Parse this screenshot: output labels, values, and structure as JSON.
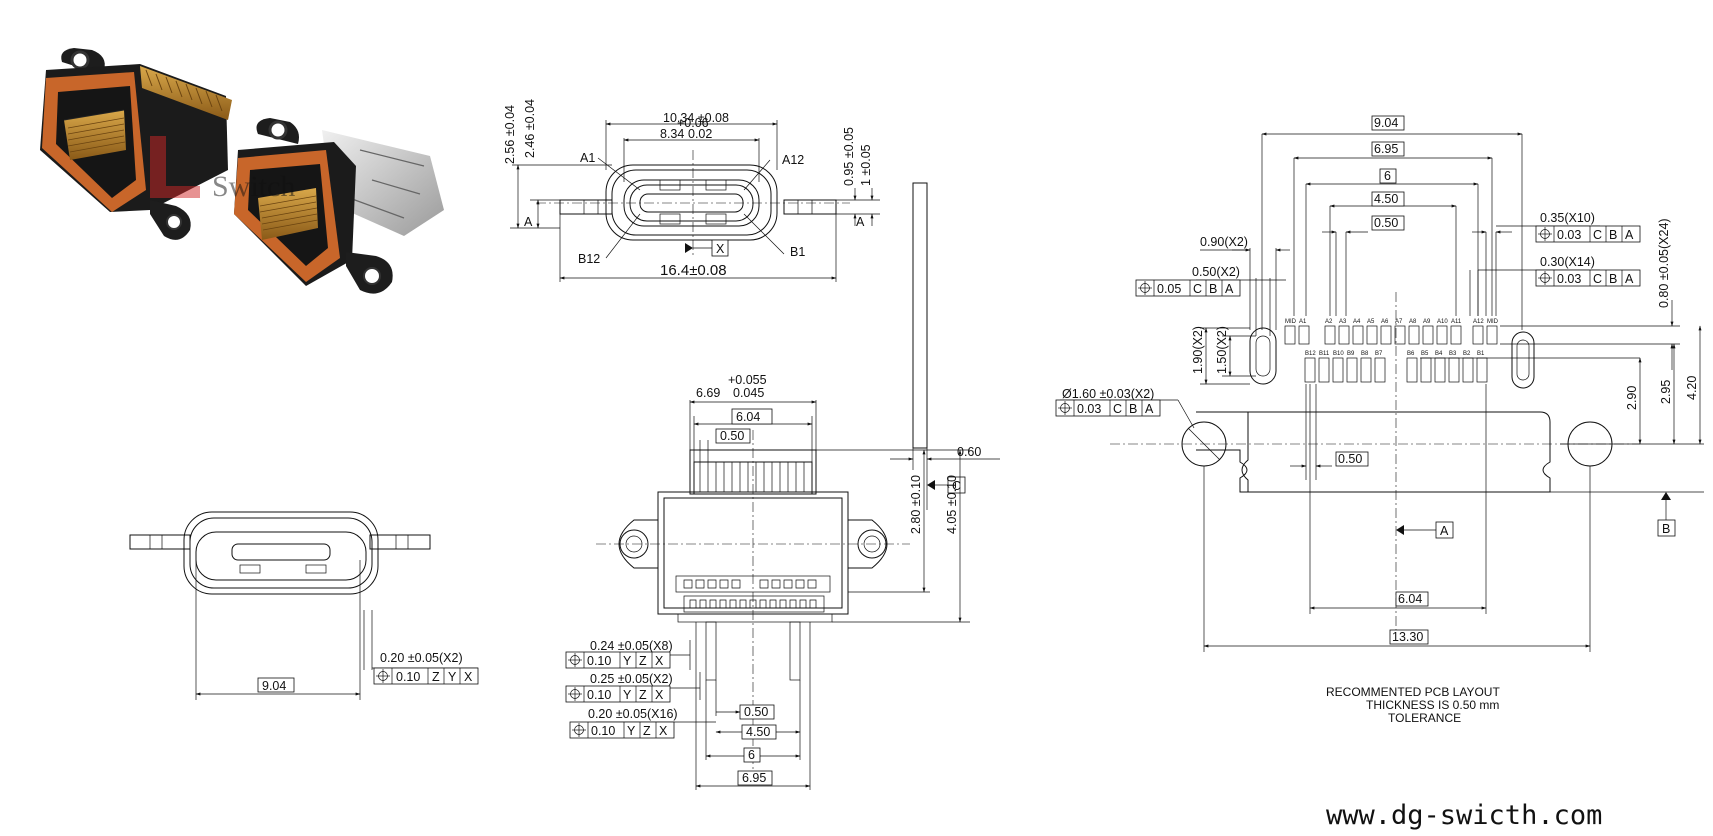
{
  "watermark": "Switch",
  "website": "www.dg-swicth.com",
  "note": {
    "line1": "RECOMMENTED PCB LAYOUT",
    "line2": "THICKNESS IS 0.50 mm",
    "line3": "TOLERANCE"
  },
  "datums": [
    "A",
    "B",
    "C",
    "X",
    "Y",
    "Z"
  ],
  "front_view": {
    "dims": {
      "width_top": "10.34 ±0.08",
      "tol_plus": "+0.06",
      "inner": "8.34",
      "tol_minus": "0.02",
      "overall": "16.4±0.08",
      "h1": "2.56 ±0.04",
      "h2": "2.46 ±0.04",
      "r1": "0.95 ±0.05",
      "r2": "1 ±0.05"
    },
    "labels": {
      "a1": "A1",
      "a12": "A12",
      "b12": "B12",
      "b1": "B1",
      "datum_x": "X",
      "datum_a": "A"
    }
  },
  "side_view": {
    "thickness": "0.60",
    "datum_c": "C"
  },
  "top_view": {
    "dims": {
      "tol_plus": "+0.055",
      "width": "6.69",
      "tol_minus": "0.045",
      "w604": "6.04",
      "w050": "0.50",
      "h280": "2.80 ±0.10",
      "h405": "4.05 ±0.10",
      "b050": "0.50",
      "b450": "4.50",
      "b6": "6",
      "b695": "6.95"
    },
    "callouts": [
      {
        "label": "0.24 ±0.05(X8)",
        "tol": "0.10",
        "refs": [
          "Y",
          "Z",
          "X"
        ]
      },
      {
        "label": "0.25 ±0.05(X2)",
        "tol": "0.10",
        "refs": [
          "Y",
          "Z",
          "X"
        ]
      },
      {
        "label": "0.20 ±0.05(X16)",
        "tol": "0.10",
        "refs": [
          "Y",
          "Z",
          "X"
        ]
      }
    ]
  },
  "small_view": {
    "width": "9.04",
    "callout": {
      "label": "0.20 ±0.05(X2)",
      "tol": "0.10",
      "refs": [
        "Z",
        "Y",
        "X"
      ]
    }
  },
  "pcb_layout": {
    "dims": {
      "d904": "9.04",
      "d695": "6.95",
      "d6": "6",
      "d450": "4.50",
      "d050": "0.50",
      "slot090": "0.90(X2)",
      "slot050": "0.50(X2)",
      "v190": "1.90(X2)",
      "v150": "1.50(X2)",
      "hole": "Ø1.60 ±0.03(X2)",
      "pad035": "0.35(X10)",
      "pad030": "0.30(X14)",
      "v080": "0.80 ±0.05(X24)",
      "v420": "4.20",
      "v295": "2.95",
      "v290": "2.90",
      "g050": "0.50",
      "b604": "6.04",
      "b1330": "13.30"
    },
    "fcf": {
      "slot": {
        "tol": "0.05",
        "refs": [
          "C",
          "B",
          "A"
        ]
      },
      "hole": {
        "tol": "0.03",
        "refs": [
          "C",
          "B",
          "A"
        ]
      },
      "pad035": {
        "tol": "0.03",
        "refs": [
          "C",
          "B",
          "A"
        ]
      },
      "pad030": {
        "tol": "0.03",
        "refs": [
          "C",
          "B",
          "A"
        ]
      }
    },
    "pins_a": [
      "MID",
      "A1",
      "A2",
      "A3",
      "A4",
      "A5",
      "A6",
      "A7",
      "A8",
      "A9",
      "A10",
      "A11",
      "A12",
      "MID"
    ],
    "pins_b": [
      "B12",
      "B11",
      "B10",
      "B9",
      "B8",
      "B7",
      "B6",
      "B5",
      "B4",
      "B3",
      "B2",
      "B1"
    ],
    "datum_a": "A",
    "datum_b": "B"
  }
}
